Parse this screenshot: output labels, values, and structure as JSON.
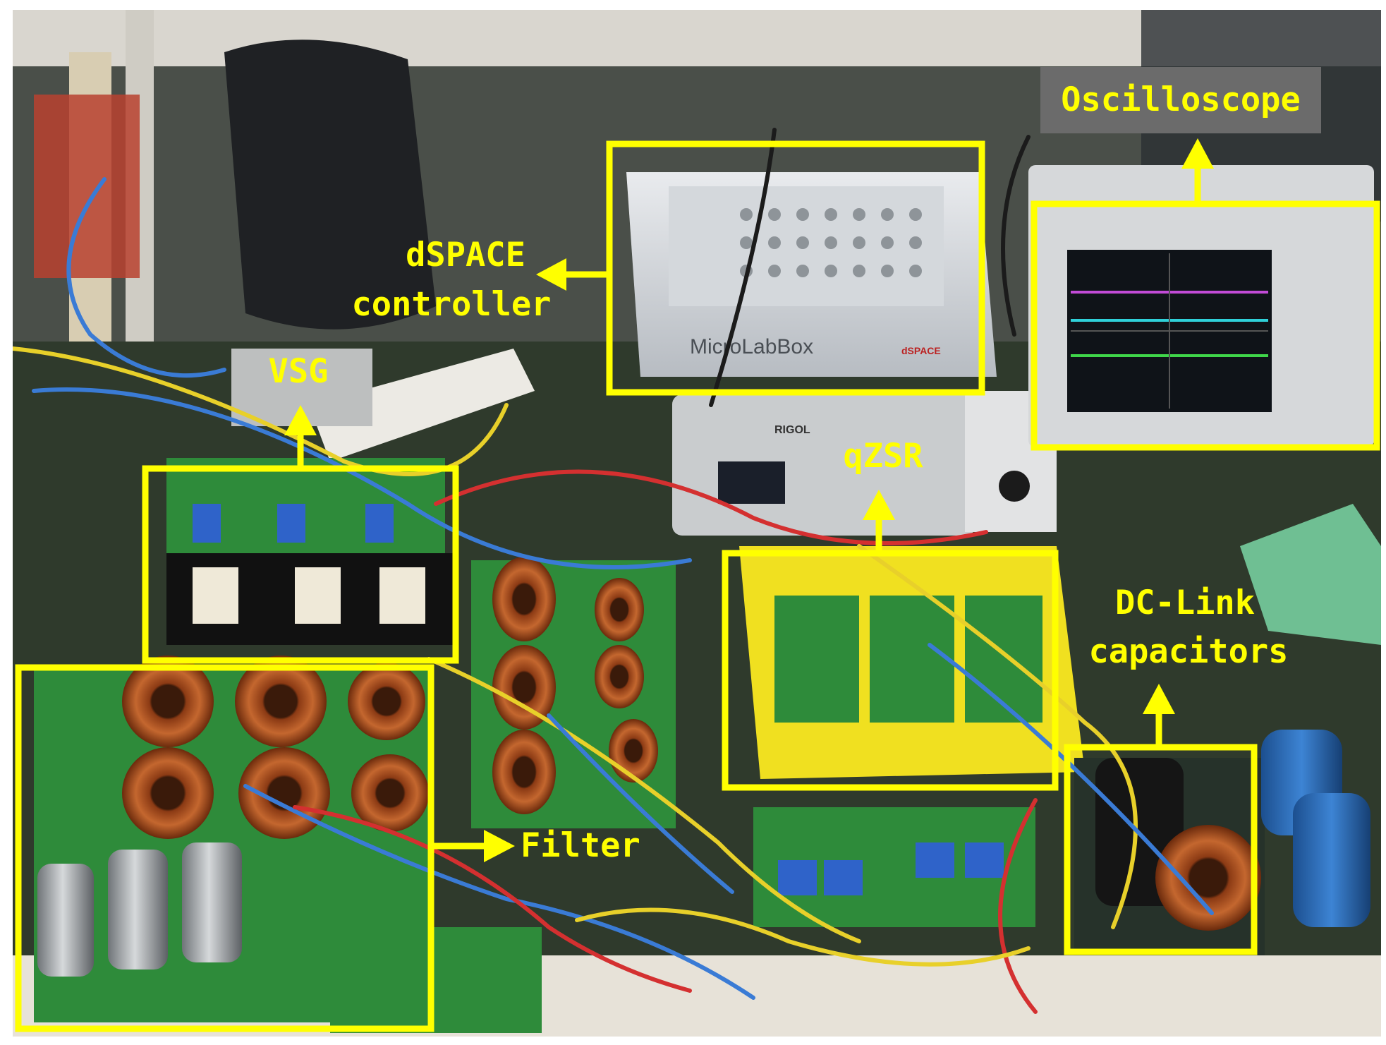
{
  "labels": {
    "oscilloscope": "Oscilloscope",
    "dspace_line1": "dSPACE",
    "dspace_line2": "controller",
    "vsg": "VSG",
    "qzsr": "qZSR",
    "dclink_line1": "DC-Link",
    "dclink_line2": "capacitors",
    "filter": "Filter"
  },
  "device_text": {
    "microlabbox_brand": "MicroLabBox",
    "dspace_logo": "dSPACE",
    "rigol_logo": "RIGOL"
  },
  "colors": {
    "label_text": "#ffff00",
    "box_stroke": "#ffff00",
    "oscilloscope_tag_bg": "#6b6b6b",
    "pcb_green": "#2e8b3a",
    "bench_dark": "#2f3a2c",
    "copper": "#a0522d"
  }
}
